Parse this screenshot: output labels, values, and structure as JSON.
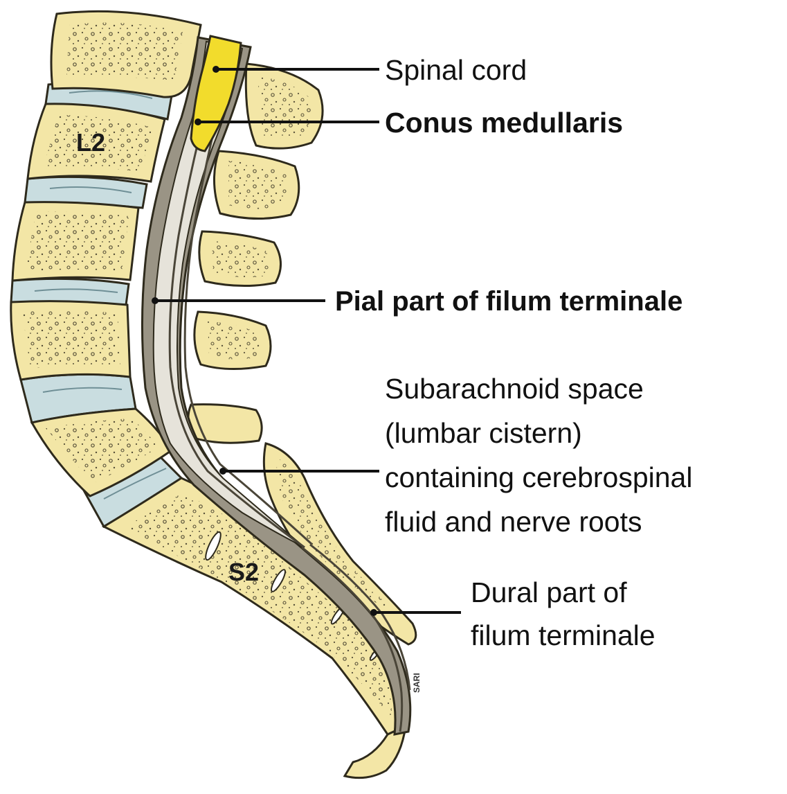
{
  "labels": {
    "spinal_cord": "Spinal cord",
    "conus_medullaris": "Conus medullaris",
    "pial_part": "Pial part of filum terminale",
    "subarachnoid_line1": "Subarachnoid space",
    "subarachnoid_line2": "(lumbar cistern)",
    "subarachnoid_line3": "containing cerebrospinal",
    "subarachnoid_line4": "fluid and nerve roots",
    "dural_line1": "Dural part of",
    "dural_line2": "filum terminale"
  },
  "vertebra_labels": {
    "l2": "L2",
    "s2": "S2"
  },
  "artist_signature": "SARI",
  "colors": {
    "bone": "#f3e6a6",
    "bone_outline": "#2e2a1c",
    "disc": "#c9dde0",
    "spinal_cord": "#f2dc2c",
    "dura": "#9a9485",
    "subarachnoid": "#e6e3da",
    "leader_line": "#111111"
  }
}
